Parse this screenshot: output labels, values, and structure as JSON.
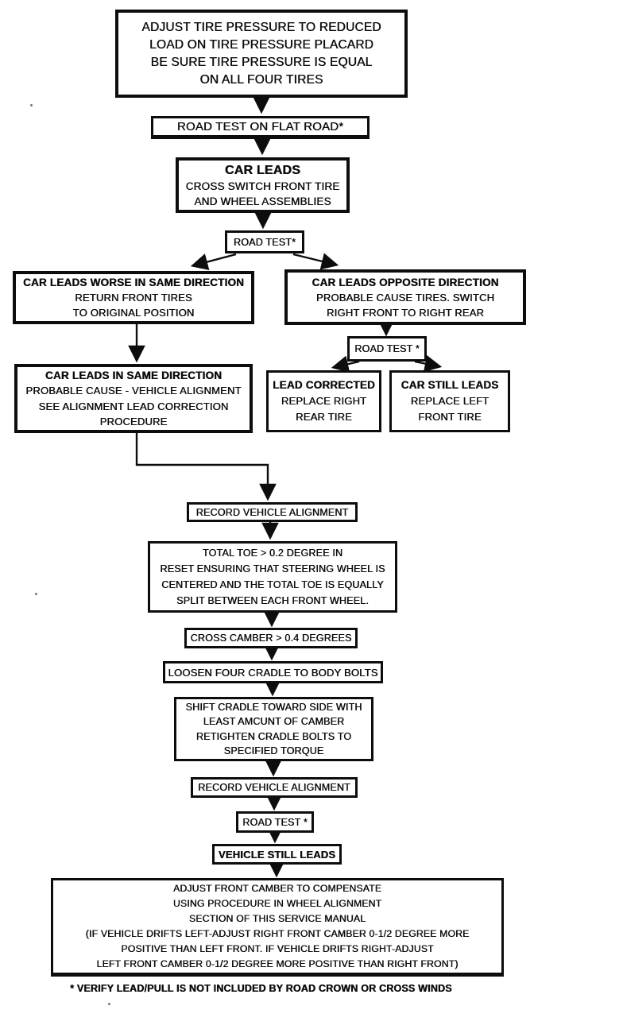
{
  "colors": {
    "ink": "#0d0d0d",
    "paper": "#ffffff"
  },
  "nodes": {
    "adjust_pressure": {
      "lines": [
        "ADJUST TIRE PRESSURE TO REDUCED",
        "LOAD ON TIRE PRESSURE PLACARD",
        "BE SURE TIRE PRESSURE IS EQUAL",
        "ON ALL FOUR TIRES"
      ]
    },
    "road_test_flat": {
      "label": "ROAD TEST ON FLAT ROAD*"
    },
    "car_leads": {
      "title": "CAR LEADS",
      "lines": [
        "CROSS SWITCH FRONT TIRE",
        "AND WHEEL ASSEMBLIES"
      ]
    },
    "road_test_1": {
      "label": "ROAD TEST*"
    },
    "leads_worse": {
      "title": "CAR LEADS WORSE IN SAME DIRECTION",
      "lines": [
        "RETURN FRONT TIRES",
        "TO ORIGINAL POSITION"
      ]
    },
    "leads_opposite": {
      "title": "CAR LEADS OPPOSITE DIRECTION",
      "lines": [
        "PROBABLE CAUSE TIRES. SWITCH",
        "RIGHT FRONT TO RIGHT REAR"
      ]
    },
    "road_test_2": {
      "label": "ROAD TEST *"
    },
    "lead_corrected": {
      "title": "LEAD CORRECTED",
      "lines": [
        "REPLACE RIGHT",
        "REAR TIRE"
      ]
    },
    "still_leads": {
      "title": "CAR STILL LEADS",
      "lines": [
        "REPLACE LEFT",
        "FRONT TIRE"
      ]
    },
    "leads_same": {
      "title": "CAR LEADS IN SAME DIRECTION",
      "lines": [
        "PROBABLE CAUSE - VEHICLE ALIGNMENT",
        "SEE ALIGNMENT LEAD CORRECTION",
        "PROCEDURE"
      ]
    },
    "record_alignment_1": {
      "label": "RECORD VEHICLE ALIGNMENT"
    },
    "total_toe": {
      "lines": [
        "TOTAL TOE > 0.2 DEGREE IN",
        "RESET ENSURING THAT STEERING WHEEL IS",
        "CENTERED AND THE TOTAL TOE IS EQUALLY",
        "SPLIT BETWEEN EACH FRONT WHEEL."
      ]
    },
    "cross_camber": {
      "label": "CROSS CAMBER > 0.4 DEGREES"
    },
    "loosen_bolts": {
      "label": "LOOSEN FOUR CRADLE TO BODY BOLTS"
    },
    "shift_cradle": {
      "lines": [
        "SHIFT CRADLE TOWARD SIDE WITH",
        "LEAST AMCUNT OF CAMBER",
        "RETIGHTEN CRADLE BOLTS TO",
        "SPECIFIED TORQUE"
      ]
    },
    "record_alignment_2": {
      "label": "RECORD VEHICLE ALIGNMENT"
    },
    "road_test_3": {
      "label": "ROAD TEST *"
    },
    "vehicle_still_leads": {
      "label": "VEHICLE STILL LEADS"
    },
    "adjust_camber": {
      "lines": [
        "ADJUST FRONT CAMBER TO COMPENSATE",
        "USING PROCEDURE IN WHEEL ALIGNMENT",
        "SECTION OF THIS SERVICE MANUAL",
        "(IF VEHICLE DRIFTS LEFT-ADJUST RIGHT FRONT CAMBER 0-1/2 DEGREE MORE",
        "POSITIVE THAN LEFT FRONT. IF VEHICLE DRIFTS RIGHT-ADJUST",
        "LEFT FRONT CAMBER 0-1/2 DEGREE MORE POSITIVE THAN RIGHT FRONT)"
      ]
    },
    "footnote": {
      "label": "* VERIFY LEAD/PULL IS NOT INCLUDED BY ROAD CROWN OR CROSS WINDS"
    }
  }
}
